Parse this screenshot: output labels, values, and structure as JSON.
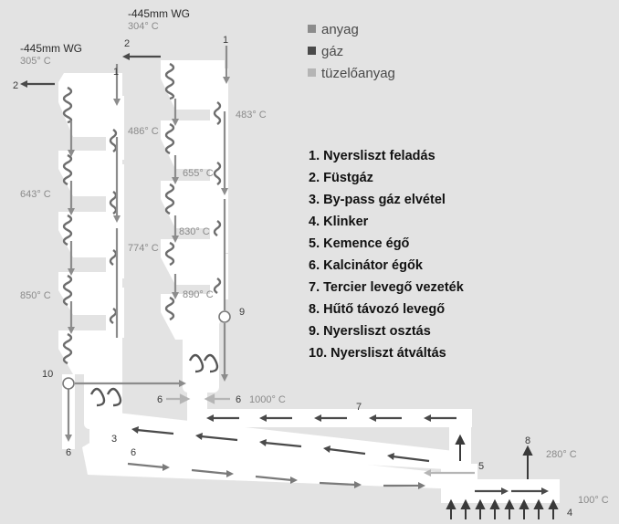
{
  "colors": {
    "background": "#e3e3e3",
    "duct": "#ffffff",
    "material": "#8c8c8c",
    "gas": "#4a4a4a",
    "fuel": "#b5b5b5"
  },
  "legend": [
    {
      "label": "anyag",
      "color": "#8c8c8c"
    },
    {
      "label": "gáz",
      "color": "#4a4a4a"
    },
    {
      "label": "tüzelőanyag",
      "color": "#b5b5b5"
    }
  ],
  "key": [
    "1. Nyersliszt feladás",
    "2. Füstgáz",
    "3. By-pass gáz elvétel",
    "4. Klinker",
    "5. Kemence égő",
    "6. Kalcinátor égők",
    "7. Tercier levegő vezeték",
    "8. Hűtő távozó levegő",
    "9. Nyersliszt osztás",
    "10. Nyersliszt átváltás"
  ],
  "pressures": {
    "right_string": "-445mm WG",
    "left_string": "-445mm WG"
  },
  "temperatures": {
    "right_exit": "304° C",
    "left_exit": "305° C",
    "t483": "483° C",
    "t486": "486° C",
    "t655": "655° C",
    "t643": "643° C",
    "t830": "830° C",
    "t774": "774° C",
    "t890": "890° C",
    "t850": "850° C",
    "t1000": "1000° C",
    "t280": "280° C",
    "t100": "100° C"
  },
  "markers": {
    "m1_left": "1",
    "m1_right": "1",
    "m2_left": "2",
    "m2_right": "2",
    "m3": "3",
    "m4": "4",
    "m5": "5",
    "m6_a": "6",
    "m6_b": "6",
    "m6_c": "6",
    "m6_d": "6",
    "m7": "7",
    "m8": "8",
    "m9": "9",
    "m10": "10"
  }
}
